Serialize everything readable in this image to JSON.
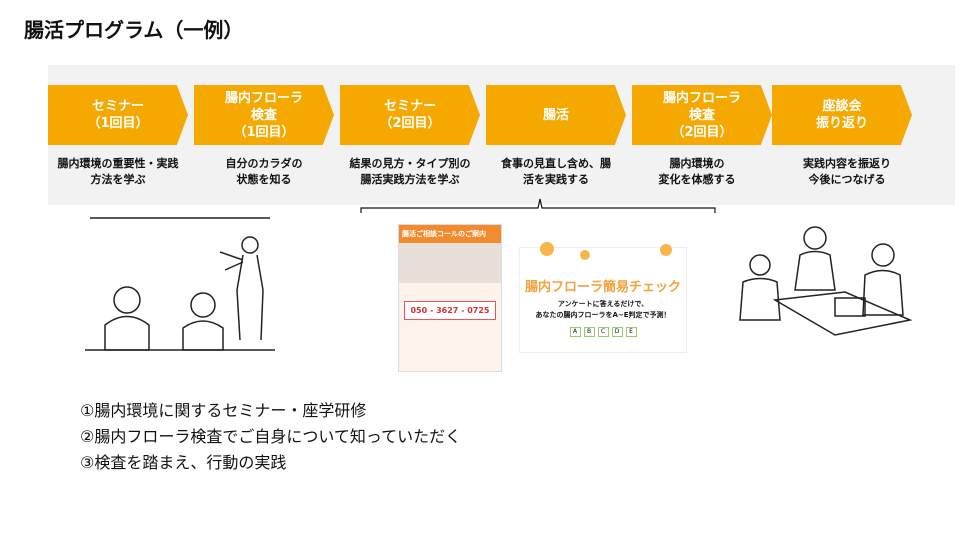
{
  "title": "腸活プログラム（一例）",
  "steps": [
    {
      "label": "セミナー\n（1回目）",
      "desc": "腸内環境の重要性・実践\n方法を学ぶ"
    },
    {
      "label": "腸内フローラ\n検査\n（1回目）",
      "desc": "自分のカラダの\n状態を知る"
    },
    {
      "label": "セミナー\n（2回目）",
      "desc": "結果の見方・タイプ別の\n腸活実践方法を学ぶ"
    },
    {
      "label": "腸活",
      "desc": "食事の見直し含め、腸\n活を実践する"
    },
    {
      "label": "腸内フローラ\n検査\n（2回目）",
      "desc": "腸内環境の\n変化を体感する"
    },
    {
      "label": "座談会\n振り返り",
      "desc": "実践内容を振返り\n今後につなげる"
    }
  ],
  "flyer": {
    "header": "腸活ご相談コールのご案内",
    "phone": "050 - 3627 - 0725"
  },
  "check": {
    "title": "腸内フローラ簡易チェック",
    "sub": "アンケートに答えるだけで、\nあなたの腸内フローラをA~E判定で予測！",
    "grades": [
      "A",
      "B",
      "C",
      "D",
      "E"
    ]
  },
  "points": [
    "①腸内環境に関するセミナー・座学研修",
    "②腸内フローラ検査でご自身について知っていただく",
    "③検査を踏まえ、行動の実践"
  ],
  "colors": {
    "accent": "#f5a800"
  }
}
